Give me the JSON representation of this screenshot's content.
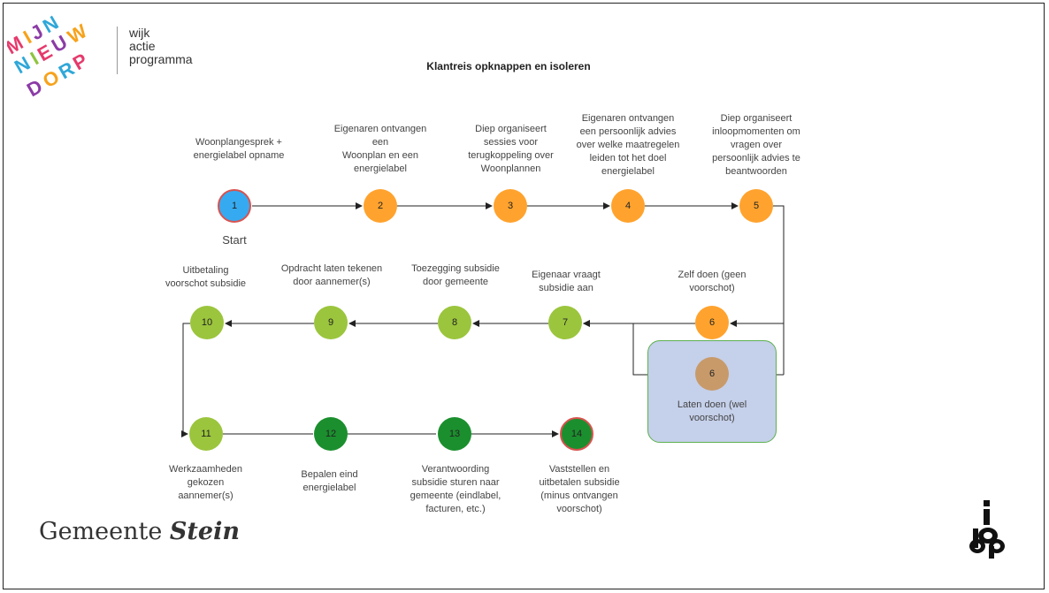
{
  "brand": {
    "logo_letters": "MIJN NIEUW DORP",
    "lines": [
      "wijk",
      "actie",
      "programma"
    ]
  },
  "title": "Klantreis opknappen en isoleren",
  "start_label": "Start",
  "nodes": [
    {
      "num": "1",
      "color": "#36aaf0",
      "border": "#d9534f"
    },
    {
      "num": "2",
      "color": "#ffa32e"
    },
    {
      "num": "3",
      "color": "#ffa32e"
    },
    {
      "num": "4",
      "color": "#ffa32e"
    },
    {
      "num": "5",
      "color": "#ffa32e"
    },
    {
      "num": "6",
      "color": "#ffa32e"
    },
    {
      "num": "6",
      "color": "#c89a6a"
    },
    {
      "num": "7",
      "color": "#9bc53d"
    },
    {
      "num": "8",
      "color": "#9bc53d"
    },
    {
      "num": "9",
      "color": "#9bc53d"
    },
    {
      "num": "10",
      "color": "#9bc53d"
    },
    {
      "num": "11",
      "color": "#9bc53d"
    },
    {
      "num": "12",
      "color": "#1b8f2e"
    },
    {
      "num": "13",
      "color": "#1b8f2e"
    },
    {
      "num": "14",
      "color": "#1b8f2e",
      "border": "#d9534f"
    }
  ],
  "steps": {
    "s1": "Woonplangesprek +\nenergielabel opname",
    "s2": "Eigenaren ontvangen\neen\nWoonplan en een\nenergielabel",
    "s3": "Diep organiseert\nsessies voor\nterugkoppeling over\nWoonplannen",
    "s4": "Eigenaren ontvangen\neen persoonlijk advies\nover welke maatregelen\nleiden tot het doel\nenergielabel",
    "s5": "Diep organiseert\ninloopmomenten om\nvragen over\npersoonlijk advies te\nbeantwoorden",
    "s6a": "Zelf doen (geen\nvoorschot)",
    "s6b": "Laten doen (wel\nvoorschot)",
    "s7": "Eigenaar vraagt\nsubsidie aan",
    "s8": "Toezegging subsidie\ndoor gemeente",
    "s9": "Opdracht laten tekenen\ndoor aannemer(s)",
    "s10": "Uitbetaling\nvoorschot subsidie",
    "s11": "Werkzaamheden\ngekozen\naannemer(s)",
    "s12": "Bepalen eind\nenergielabel",
    "s13": "Verantwoording\nsubsidie sturen naar\ngemeente (eindlabel,\nfacturen, etc.)",
    "s14": "Vaststellen en\nuitbetalen subsidie\n(minus ontvangen\nvoorschot)"
  },
  "footer": {
    "gemeente": "Gemeente",
    "stein": "Stein",
    "iedp_logo_letters": "iedp"
  }
}
